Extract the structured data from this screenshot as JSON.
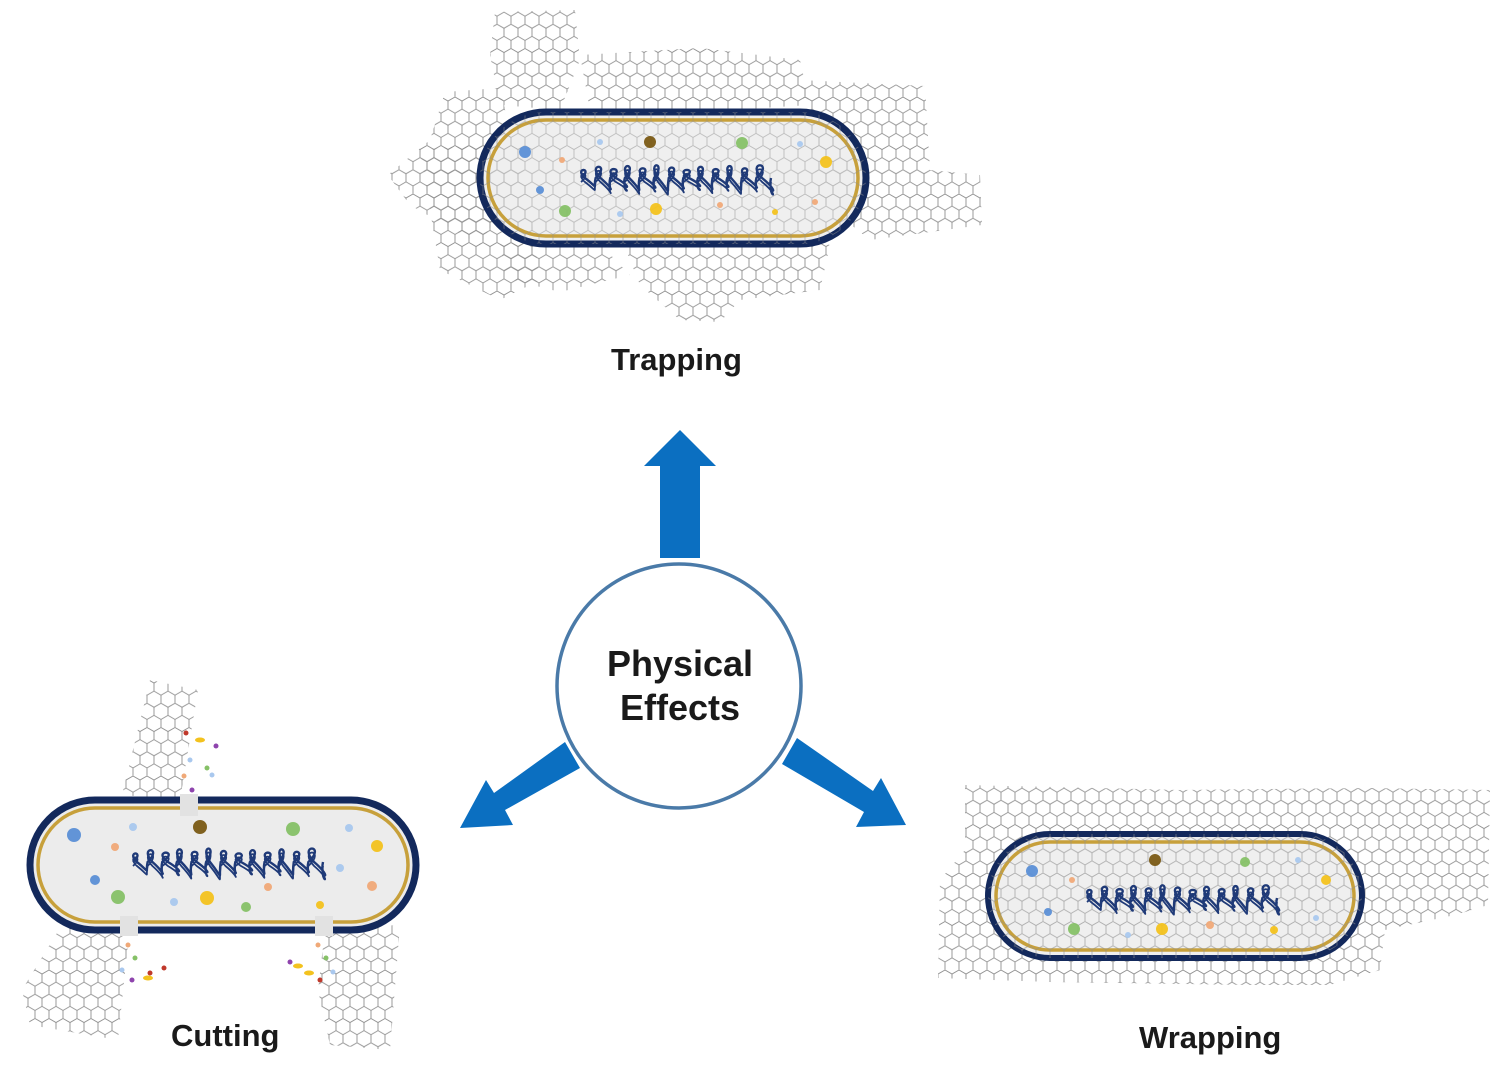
{
  "center": {
    "line1": "Physical",
    "line2": "Effects"
  },
  "mechanisms": [
    {
      "id": "trapping",
      "label": "Trapping"
    },
    {
      "id": "cutting",
      "label": "Cutting"
    },
    {
      "id": "wrapping",
      "label": "Wrapping"
    }
  ],
  "colors": {
    "arrow": "#0b6fc1",
    "circle_stroke": "#4a7aa8",
    "cell_outer": "#13295c",
    "cell_inner": "#c7a03b",
    "cell_fill": "#ececec",
    "dna": "#1f3a78",
    "graphene": "#8c8c8c"
  },
  "icons": [
    "graphene-sheet-icon",
    "bacterium-icon",
    "dna-coil-icon",
    "arrow-icon"
  ]
}
